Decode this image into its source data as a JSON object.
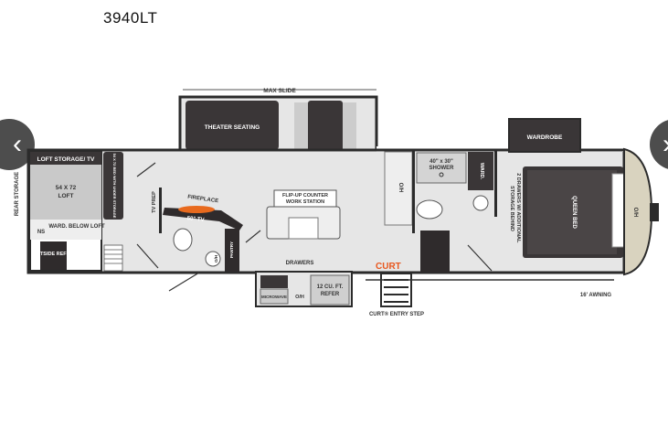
{
  "page": {
    "title": "3940LT"
  },
  "nav": {
    "prev_icon": "chevron-left-icon",
    "next_icon": "chevron-right-icon"
  },
  "colors": {
    "wall": "#2b2b2b",
    "floor": "#e6e6e6",
    "dark_furniture": "#3a3637",
    "accent": "#e8571e",
    "cap": "#d9d3bf"
  },
  "floorplan": {
    "max_slide": "MAX SLIDE",
    "rear_storage": "REAR STORAGE",
    "loft_storage_tv": "LOFT STORAGE/ TV",
    "loft_size": "54 X 72",
    "loft": "LOFT",
    "storage_column": "54 X 72 BED WITH UNDER STORAGE",
    "ns": "NS",
    "ward_below_loft": "WARD. BELOW LOFT",
    "outside_refer": "OUTSIDE REFER",
    "tv_prep": "TV PREP",
    "fireplace": "FIREPLACE",
    "tv": "50\" TV",
    "pantry": "PANTRY",
    "bath_oh": "O/H",
    "theater_seating": "THEATER SEATING",
    "flip_up_counter": "FLIP-UP COUNTER",
    "work_station": "WORK STATION",
    "drawers": "DRAWERS",
    "microwave": "MICROWAVE",
    "kitchen_oh": "O/H",
    "refer_size": "12 CU. FT.",
    "refer": "REFER",
    "curt_logo": "CURT",
    "entry_step": "CURT® ENTRY STEP",
    "oh_cabinet": "O/H",
    "shower_size": "40\" x 30\"",
    "shower": "SHOWER",
    "ward": "WARD.",
    "wardrobe": "WARDROBE",
    "drawers_storage_1": "2 DRAWERS W/ ADDITIONAL",
    "drawers_storage_2": "STORAGE BEHIND",
    "queen_bed": "QUEEN BED",
    "front_oh": "O/H",
    "awning": "16' AWNING"
  }
}
